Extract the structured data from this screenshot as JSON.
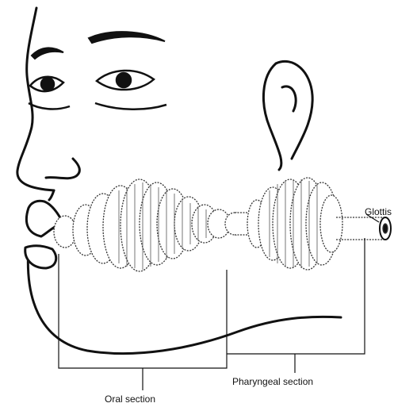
{
  "labels": {
    "glottis": "Glottis",
    "oral_section": "Oral section",
    "pharyngeal_section": "Pharyngeal section"
  },
  "colors": {
    "ink": "#111111",
    "tube_stroke": "#333333",
    "background": "#ffffff"
  }
}
